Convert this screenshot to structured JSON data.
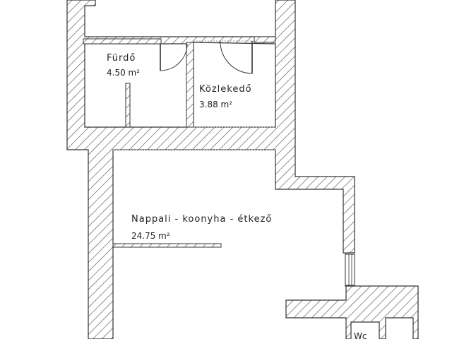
{
  "rooms": {
    "bathroom": {
      "name": "Fürdő",
      "area": "4.50 m²"
    },
    "hallway": {
      "name": "Közlekedő",
      "area": "3.88 m²"
    },
    "living": {
      "name": "Nappali - koonyha - étkező",
      "area": "24.75 m²"
    },
    "wc": {
      "name": "Wc"
    }
  },
  "colors": {
    "wall_outline": "#333333",
    "hatch": "#555555",
    "background": "#ffffff",
    "text": "#222222"
  }
}
